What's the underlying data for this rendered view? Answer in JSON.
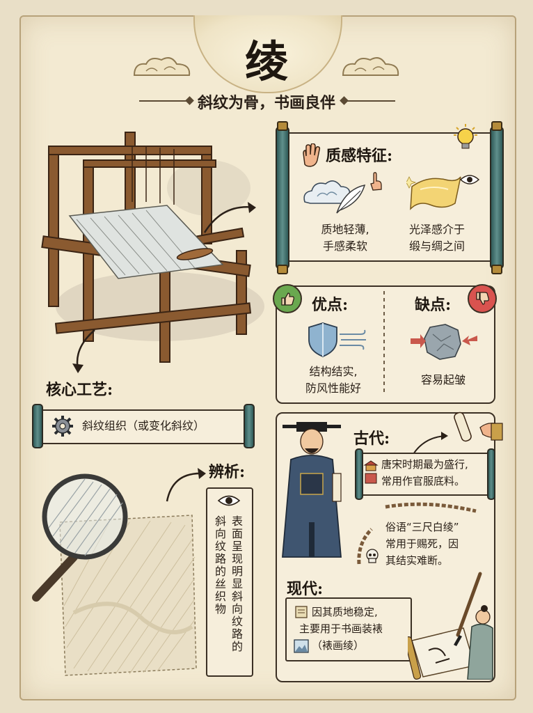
{
  "title": "绫",
  "subtitle": "斜纹为骨，书画良伴",
  "texture": {
    "heading": "质感特征:",
    "item1": [
      "质地轻薄,",
      "手感柔软"
    ],
    "item2": [
      "光泽感介于",
      "缎与绸之间"
    ]
  },
  "pros": {
    "heading": "优点:",
    "text": [
      "结构结实,",
      "防风性能好"
    ]
  },
  "cons": {
    "heading": "缺点:",
    "text": "容易起皱"
  },
  "craft": {
    "heading": "核心工艺:",
    "text": "斜纹组织（或变化斜纹）"
  },
  "analysis": {
    "heading": "辨析:",
    "col1": "表面呈现明显斜向纹路的",
    "col2": "斜向纹路的丝织物"
  },
  "ancient": {
    "heading": "古代:",
    "note1": [
      "唐宋时期最为盛行,",
      "常用作官服底料。"
    ],
    "note2": [
      "俗语“三尺白绫”",
      "常用于赐死，因",
      "其结实难断。"
    ]
  },
  "modern": {
    "heading": "现代:",
    "text": [
      "因其质地稳定,",
      "主要用于书画装裱",
      "（裱画绫）"
    ]
  },
  "colors": {
    "paper": "#f3ead2",
    "ink": "#2a2018",
    "teal": "#5f8f8b",
    "wood": "#7a4a26",
    "pro_green": "#6aa84f",
    "con_red": "#d9534f"
  },
  "icons": [
    "hand-icon",
    "lightbulb-icon",
    "cloud-icon",
    "feather-icon",
    "pointer-hand-icon",
    "silk-icon",
    "eye-icon",
    "thumbs-up-icon",
    "thumbs-down-icon",
    "shield-icon",
    "wind-icon",
    "crumpled-cloth-icon",
    "gear-icon",
    "magnifier-icon",
    "skull-icon",
    "scroll-icon",
    "picture-icon",
    "temple-icon",
    "loom-illustration",
    "official-illustration",
    "painter-illustration"
  ]
}
